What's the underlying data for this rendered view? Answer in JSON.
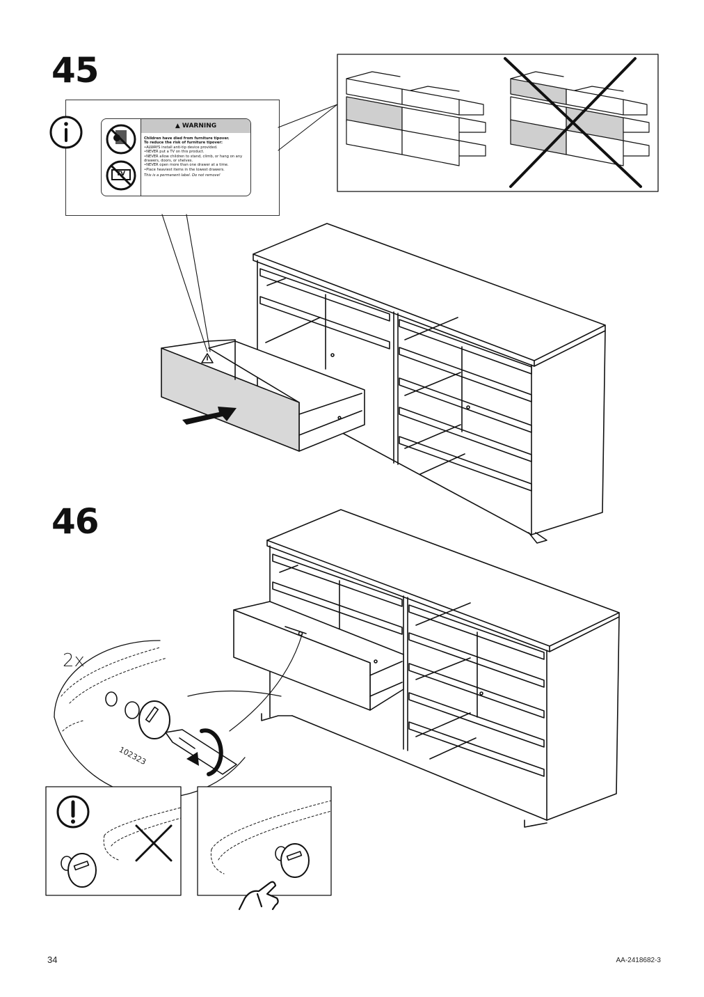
{
  "steps": [
    {
      "number": "45"
    },
    {
      "number": "46"
    }
  ],
  "warning_label": {
    "heading": "WARNING",
    "headline_1": "Children have died from furniture tipover.",
    "headline_2": "To reduce the risk of furniture tipover:",
    "bullets": [
      "ALWAYS install anti-tip device provided.",
      "NEVER put a TV on this product.",
      "NEVER allow children to stand, climb, or hang on any drawers, doors, or shelves.",
      "NEVER open more than one drawer at a time.",
      "Place heaviest items in the lowest drawers."
    ],
    "permanent_note": "This is a permanent label. Do not remove!",
    "tv_text": "TV"
  },
  "callouts": {
    "quantity": "2x",
    "part_number": "102323"
  },
  "footer": {
    "page_number": "34",
    "document_code": "AA-2418682-3"
  },
  "icons": [
    "info-icon",
    "exclamation-icon",
    "warning-triangle-icon",
    "hand-pointer-icon",
    "rotate-arrow-icon",
    "push-arrow-icon",
    "cross-mark-icon"
  ]
}
